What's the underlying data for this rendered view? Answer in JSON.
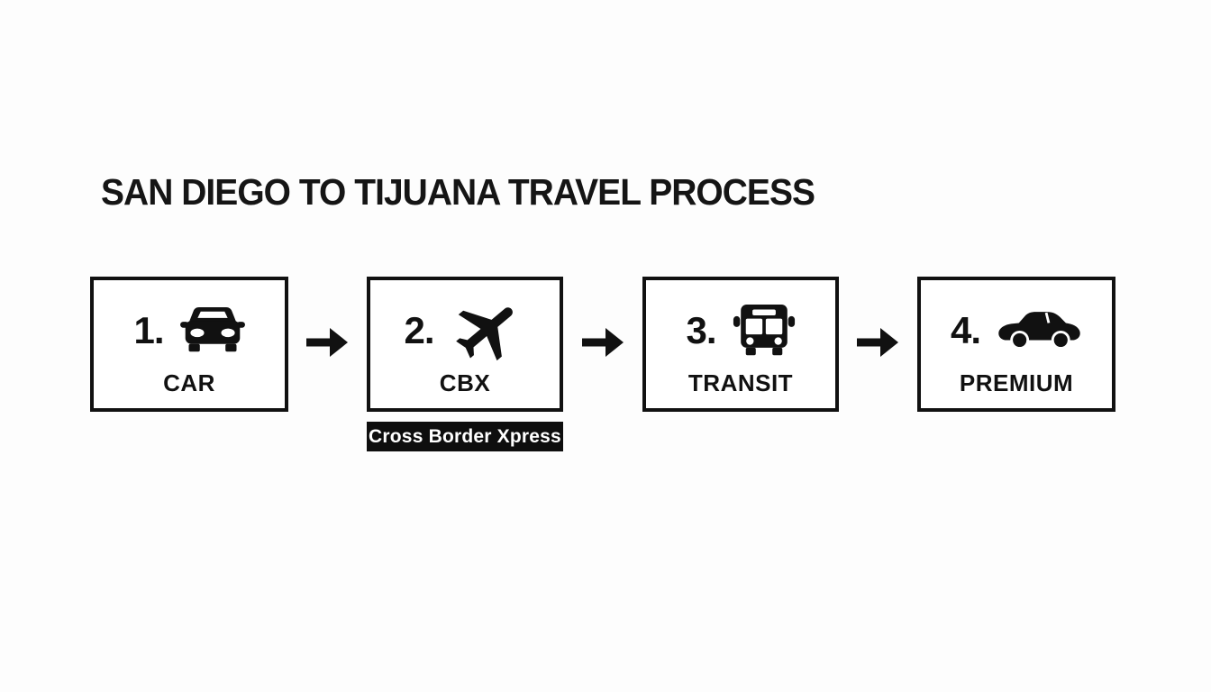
{
  "title": "SAN DIEGO TO TIJUANA TRAVEL PROCESS",
  "steps": [
    {
      "number": "1.",
      "label": "CAR",
      "icon": "car-front-icon"
    },
    {
      "number": "2.",
      "label": "CBX",
      "icon": "airplane-icon",
      "badge": "Cross Border Xpress"
    },
    {
      "number": "3.",
      "label": "TRANSIT",
      "icon": "bus-front-icon"
    },
    {
      "number": "4.",
      "label": "PREMIUM",
      "icon": "sedan-side-icon"
    }
  ],
  "arrows": [
    {
      "icon": "arrow-right-icon"
    },
    {
      "icon": "arrow-right-icon"
    },
    {
      "icon": "arrow-right-icon"
    }
  ],
  "colors": {
    "ink": "#111111",
    "background": "#fdfdfd",
    "box_background": "#ffffff",
    "badge_background": "#0e0e0e",
    "badge_text": "#ffffff"
  }
}
